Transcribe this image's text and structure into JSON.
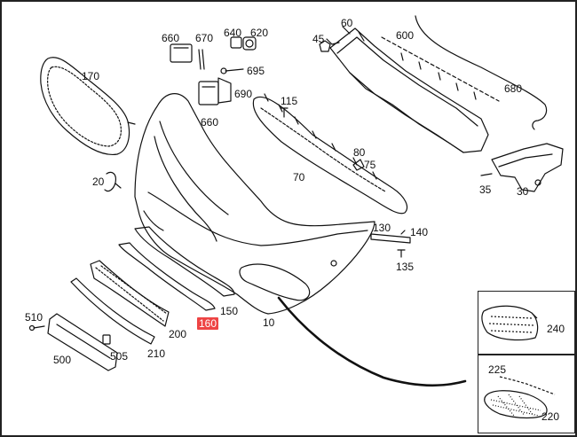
{
  "highlight_color": "#ee4444",
  "callouts": {
    "c60": "60",
    "c45": "45",
    "c600": "600",
    "c680": "680",
    "c660a": "660",
    "c670": "670",
    "c640": "640",
    "c620": "620",
    "c695": "695",
    "c690": "690",
    "c660b": "660",
    "c115": "115",
    "c170": "170",
    "c20": "20",
    "c80": "80",
    "c75": "75",
    "c70": "70",
    "c35": "35",
    "c30": "30",
    "c130": "130",
    "c140": "140",
    "c135": "135",
    "c510": "510",
    "c150": "150",
    "c160": "160",
    "c10": "10",
    "c200": "200",
    "c500": "500",
    "c505": "505",
    "c210": "210",
    "c240": "240",
    "c225": "225",
    "c220": "220"
  },
  "selected_part": "160"
}
